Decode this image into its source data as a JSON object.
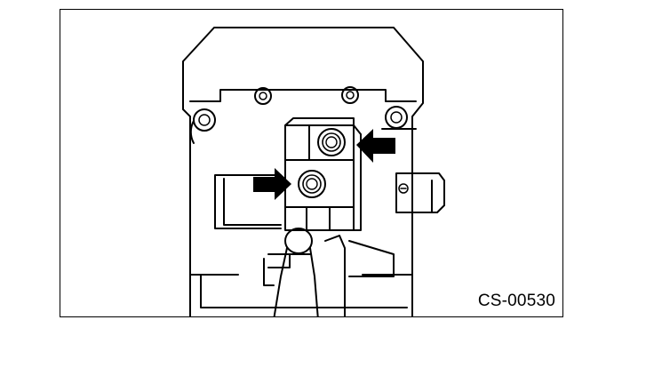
{
  "figure": {
    "code": "CS-00530",
    "colors": {
      "line": "#000000",
      "background": "#ffffff"
    },
    "arrows": [
      {
        "name": "upper-bolt-arrow",
        "points_to": "upper-bolt"
      },
      {
        "name": "lower-bolt-arrow",
        "points_to": "lower-bolt"
      }
    ]
  }
}
